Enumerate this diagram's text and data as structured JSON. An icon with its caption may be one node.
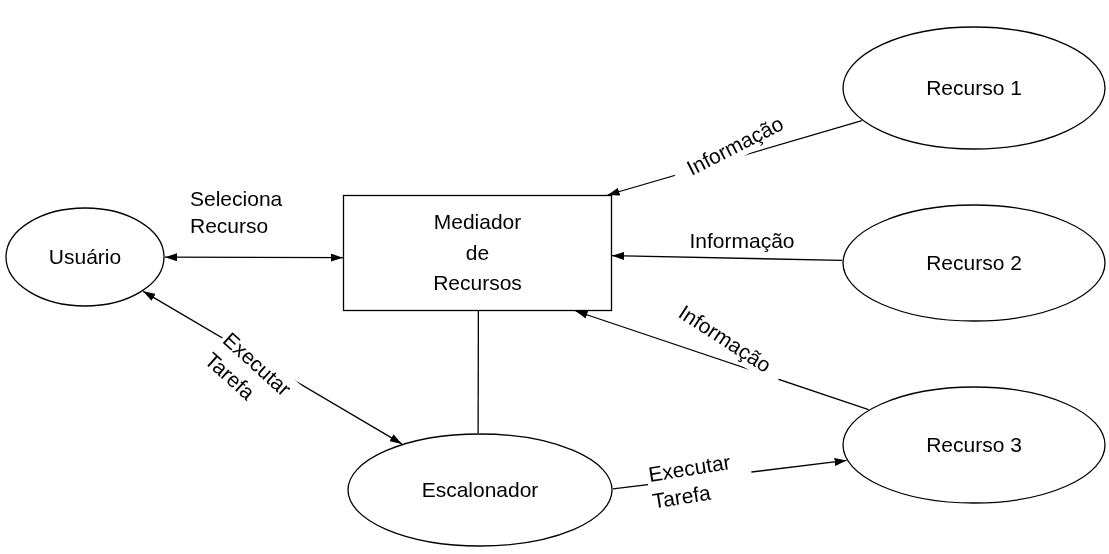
{
  "diagram": {
    "nodes": [
      {
        "text": [
          "Usuário"
        ]
      },
      {
        "text": [
          "Mediador de Recursos"
        ]
      },
      {
        "text": [
          "Escalonador"
        ]
      },
      {
        "text": [
          "Recurso 1"
        ]
      },
      {
        "text": [
          "Recurso 2"
        ]
      },
      {
        "text": [
          "Recurso 3"
        ]
      }
    ],
    "edges": [
      {
        "from": 0,
        "to": 1,
        "arrow": "both",
        "label": "Seleciona Recurso"
      },
      {
        "from": 0,
        "to": 2,
        "arrow": "both",
        "label": "Executar Tarefa"
      },
      {
        "from": 1,
        "to": 2,
        "arrow": "none"
      },
      {
        "from": 3,
        "to": 1,
        "arrow": "to",
        "label": "Informação"
      },
      {
        "from": 4,
        "to": 1,
        "arrow": "to",
        "label": "Informação"
      },
      {
        "from": 5,
        "to": 1,
        "arrow": "to",
        "label": "Informação"
      },
      {
        "from": 2,
        "to": 5,
        "arrow": "to",
        "label": "Executar Tarefa"
      }
    ]
  }
}
